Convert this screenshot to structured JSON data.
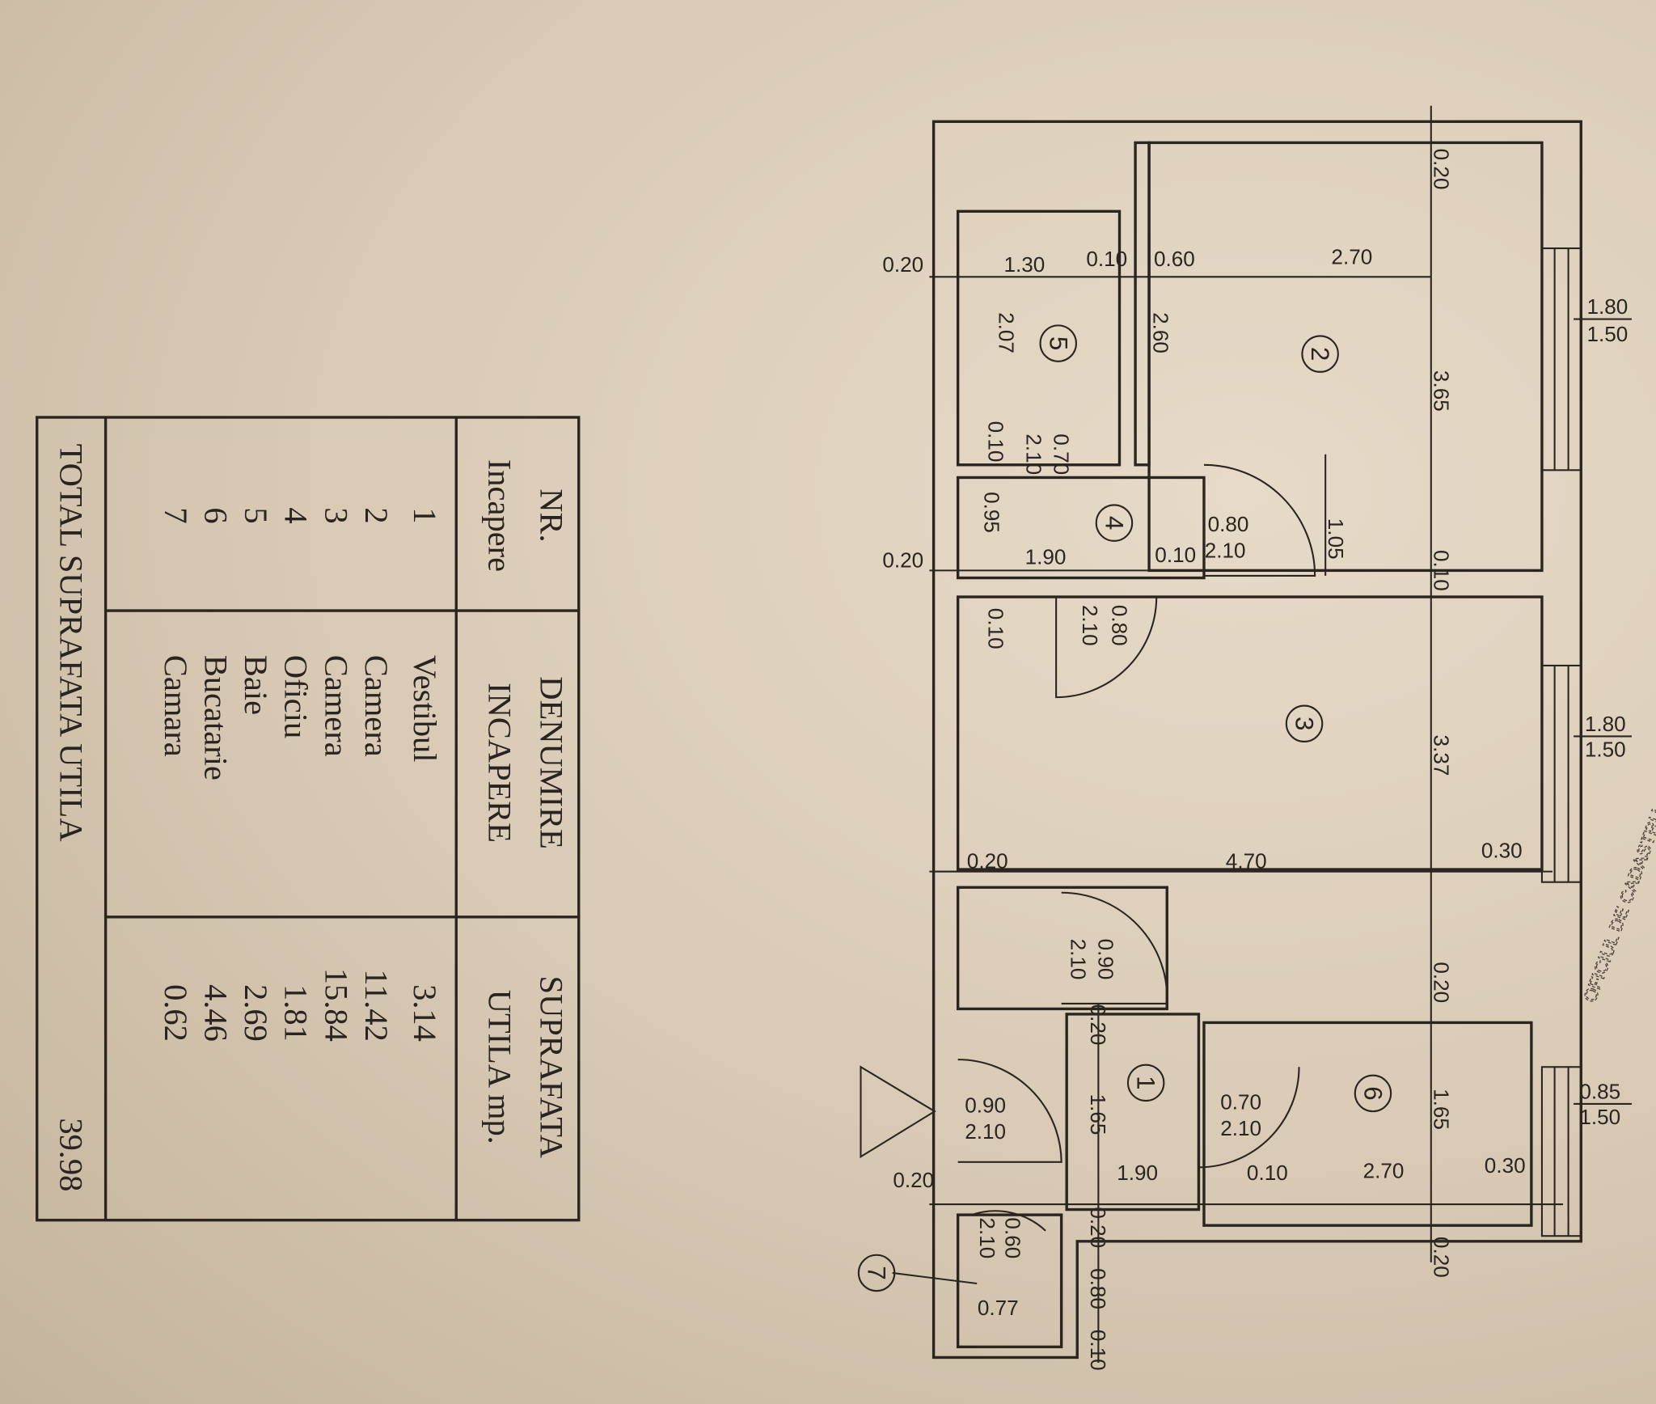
{
  "table": {
    "headers": {
      "nr": [
        "NR.",
        "Incapere"
      ],
      "name": [
        "DENUMIRE",
        "INCAPERE"
      ],
      "area": [
        "SUPRAFATA",
        "UTILA mp."
      ]
    },
    "rows": [
      {
        "nr": "1",
        "name": "Vestibul",
        "area": "3.14"
      },
      {
        "nr": "2",
        "name": "Camera",
        "area": "11.42"
      },
      {
        "nr": "3",
        "name": "Camera",
        "area": "15.84"
      },
      {
        "nr": "4",
        "name": "Oficiu",
        "area": "1.81"
      },
      {
        "nr": "5",
        "name": "Baie",
        "area": "2.69"
      },
      {
        "nr": "6",
        "name": "Bucatarie",
        "area": "4.46"
      },
      {
        "nr": "7",
        "name": "Camara",
        "area": "0.62"
      }
    ],
    "total_label": "TOTAL SUPRAFATA UTILA",
    "total_value": "39.98"
  },
  "plan": {
    "rooms": [
      "1",
      "2",
      "3",
      "4",
      "5",
      "6",
      "7"
    ],
    "dims_h": [
      "0.20",
      "1.30",
      "0.10",
      "0.60",
      "2.70",
      "0.20",
      "1.90",
      "0.10",
      "0.20",
      "4.70",
      "0.30",
      "1.90",
      "0.10",
      "2.70",
      "0.30",
      "0.20",
      "0.77"
    ],
    "dims_v": [
      "0.20",
      "3.65",
      "0.10",
      "3.37",
      "0.20",
      "1.65",
      "0.20",
      "2.07",
      "2.60",
      "1.05",
      "0.95",
      "0.10",
      "0.10",
      "0.20",
      "1.65",
      "0.20",
      "0.80",
      "0.10"
    ],
    "windows": [
      [
        "1.80",
        "1.50"
      ],
      [
        "1.80",
        "1.50"
      ],
      [
        "0.85",
        "1.50"
      ]
    ],
    "doors_h": [
      [
        "0.80",
        "2.10"
      ],
      [
        "0.90",
        "2.10"
      ],
      [
        "0.70",
        "2.10"
      ]
    ],
    "doors_v": [
      [
        "0.70",
        "2.10"
      ],
      [
        "0.80",
        "2.10"
      ],
      [
        "0.90",
        "2.10"
      ],
      [
        "0.60",
        "2.10"
      ]
    ]
  },
  "stamp": "OFICIUL DE CADASTRU"
}
